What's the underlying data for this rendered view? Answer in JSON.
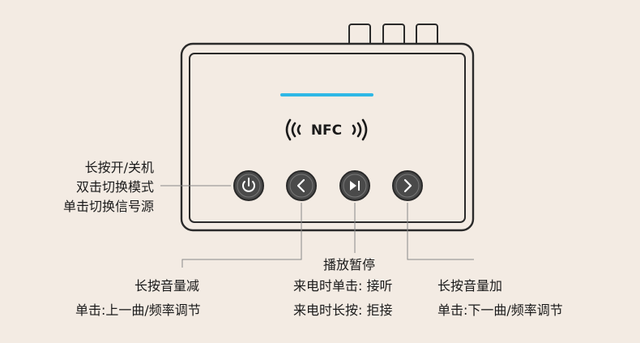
{
  "nfc_label": "NFC",
  "power_label": {
    "line1": "长按开/关机",
    "line2": "双击切换模式",
    "line3": "单击切换信号源"
  },
  "prev_label": {
    "line1": "长按音量减",
    "line2": "单击:上一曲/频率调节"
  },
  "play_label": {
    "line1": "播放暂停",
    "line2": "来电时单击: 接听",
    "line3": "来电时长按: 拒接"
  },
  "next_label": {
    "line1": "长按音量加",
    "line2": "单击:下一曲/频率调节"
  },
  "colors": {
    "background": "#f3ebe3",
    "device_outline": "#2a2a2a",
    "led": "#2eb8e6",
    "button_fill": "#4a4a4a",
    "leader_line": "#8a8a8a"
  },
  "icons": [
    "power-icon",
    "chevron-left-icon",
    "play-pause-icon",
    "chevron-right-icon",
    "nfc-icon"
  ]
}
